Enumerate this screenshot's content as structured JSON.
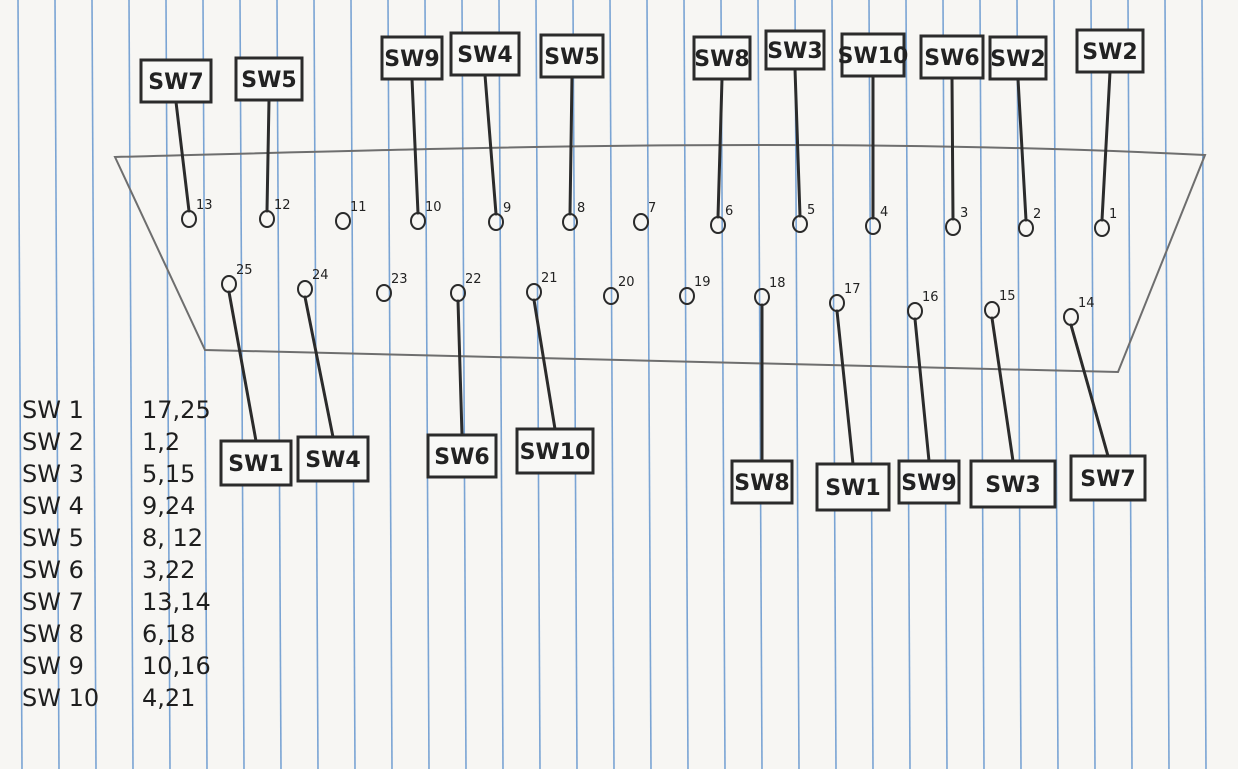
{
  "paper_lines": "#7aa4d4",
  "connector": {
    "top_row": [
      {
        "pin": "13",
        "switch": "SW7"
      },
      {
        "pin": "12",
        "switch": "SW5"
      },
      {
        "pin": "11",
        "switch": ""
      },
      {
        "pin": "10",
        "switch": "SW9"
      },
      {
        "pin": "9",
        "switch": "SW4"
      },
      {
        "pin": "8",
        "switch": "SW5"
      },
      {
        "pin": "7",
        "switch": ""
      },
      {
        "pin": "6",
        "switch": "SW8"
      },
      {
        "pin": "5",
        "switch": "SW3"
      },
      {
        "pin": "4",
        "switch": "SW10"
      },
      {
        "pin": "3",
        "switch": "SW6"
      },
      {
        "pin": "2",
        "switch": "SW2"
      },
      {
        "pin": "1",
        "switch": "SW2"
      }
    ],
    "bottom_row": [
      {
        "pin": "25",
        "switch": "SW1"
      },
      {
        "pin": "24",
        "switch": "SW4"
      },
      {
        "pin": "23",
        "switch": ""
      },
      {
        "pin": "22",
        "switch": "SW6"
      },
      {
        "pin": "21",
        "switch": "SW10"
      },
      {
        "pin": "20",
        "switch": ""
      },
      {
        "pin": "19",
        "switch": ""
      },
      {
        "pin": "18",
        "switch": "SW8"
      },
      {
        "pin": "17",
        "switch": "SW1"
      },
      {
        "pin": "16",
        "switch": "SW9"
      },
      {
        "pin": "15",
        "switch": "SW3"
      },
      {
        "pin": "14",
        "switch": "SW7"
      }
    ]
  },
  "table": [
    {
      "sw": "SW 1",
      "pins": "17,25"
    },
    {
      "sw": "SW 2",
      "pins": "1,2"
    },
    {
      "sw": "SW 3",
      "pins": "5,15"
    },
    {
      "sw": "SW 4",
      "pins": "9,24"
    },
    {
      "sw": "SW 5",
      "pins": "8, 12"
    },
    {
      "sw": "SW 6",
      "pins": "3,22"
    },
    {
      "sw": "SW 7",
      "pins": "13,14"
    },
    {
      "sw": "SW 8",
      "pins": "6,18"
    },
    {
      "sw": "SW 9",
      "pins": "10,16"
    },
    {
      "sw": "SW 10",
      "pins": "4,21"
    }
  ]
}
